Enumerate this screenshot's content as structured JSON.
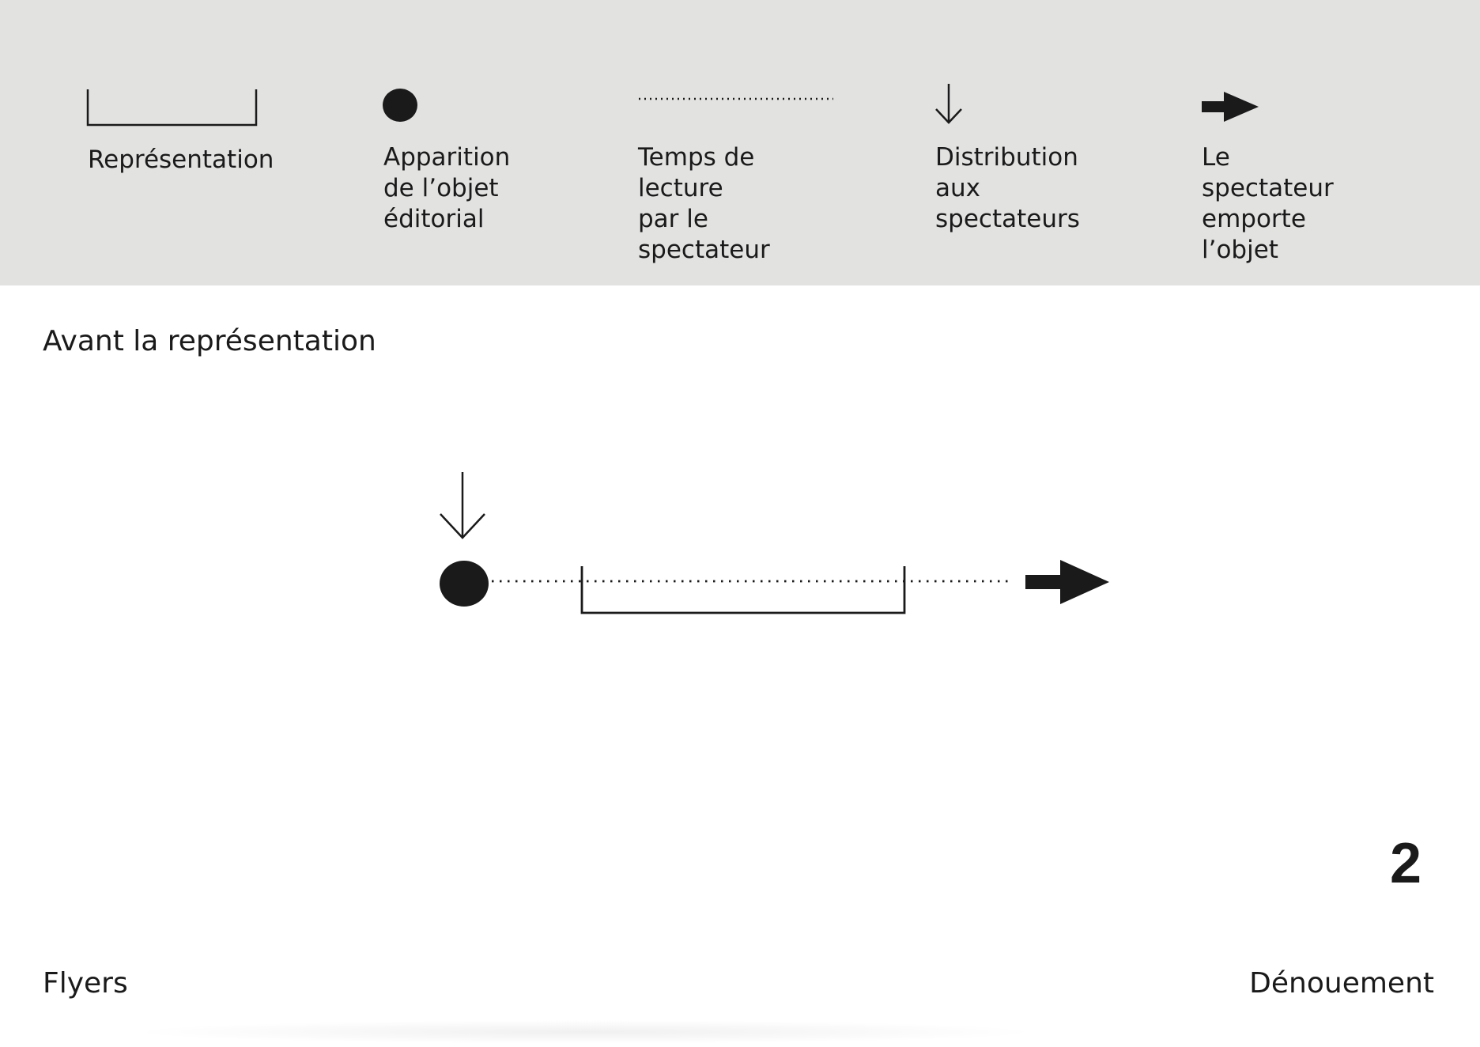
{
  "legend": {
    "items": [
      {
        "label": "Représentation",
        "icon": "bracket-icon"
      },
      {
        "label": "Apparition\nde l’objet\néditorial",
        "icon": "dot-icon"
      },
      {
        "label": "Temps de lecture\npar le spectateur",
        "icon": "dotted-line-icon"
      },
      {
        "label": "Distribution\naux spectateurs",
        "icon": "down-arrow-icon"
      },
      {
        "label": "Le spectateur\nemporte l’objet",
        "icon": "right-arrow-icon"
      }
    ]
  },
  "diagram": {
    "title": "Avant la représentation"
  },
  "page_number": "2",
  "footer": {
    "left": "Flyers",
    "right": "Dénouement"
  },
  "colors": {
    "legend_background": "#e2e2e1",
    "ink": "#1a1a1a",
    "page_background": "#ffffff"
  }
}
